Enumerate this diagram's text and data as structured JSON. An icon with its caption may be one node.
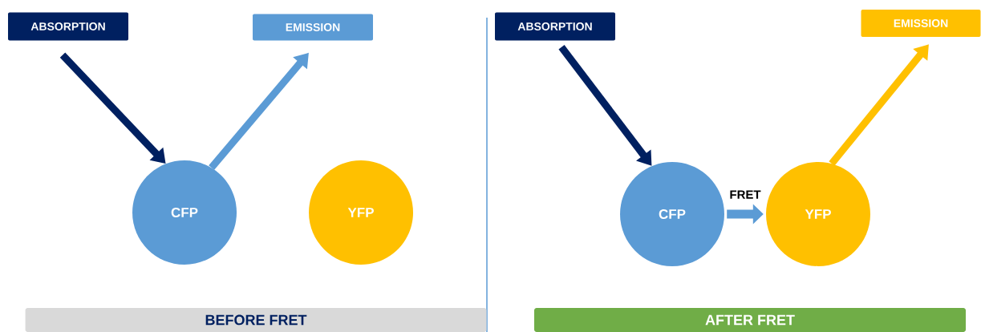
{
  "diagram": {
    "nodes": [
      {
        "text": [
          "ABSORPTION"
        ]
      },
      {
        "text": [
          "EMISSION"
        ]
      },
      {
        "text": [
          "CFP"
        ]
      },
      {
        "text": [
          "YFP"
        ]
      },
      {
        "text": [
          "BEFORE FRET"
        ]
      },
      {
        "text": [
          "ABSORPTION"
        ]
      },
      {
        "text": [
          "EMISSION"
        ]
      },
      {
        "text": [
          "CFP"
        ]
      },
      {
        "text": [
          "YFP"
        ]
      },
      {
        "text": [
          "AFTER FRET"
        ]
      }
    ],
    "edges": [
      {
        "from": 0,
        "to": 2,
        "arrow": "to",
        "color": "#002060"
      },
      {
        "from": 2,
        "to": 1,
        "arrow": "to",
        "color": "#5b9bd5"
      },
      {
        "from": 5,
        "to": 7,
        "arrow": "to",
        "color": "#002060"
      },
      {
        "from": 7,
        "to": 8,
        "arrow": "to",
        "label": "FRET",
        "color": "#5b9bd5"
      },
      {
        "from": 8,
        "to": 6,
        "arrow": "to",
        "color": "#ffc000"
      }
    ]
  }
}
